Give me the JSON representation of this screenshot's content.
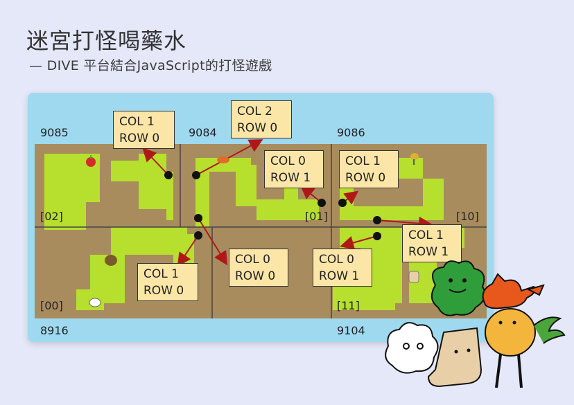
{
  "title": "迷宮打怪喝藥水",
  "subtitle": "— DIVE 平台結合JavaScript的打怪遊戲",
  "room_ids": [
    "9085",
    "9084",
    "9086",
    "8916",
    "9104"
  ],
  "grid_labels": [
    "[02]",
    "[01]",
    "[10]",
    "[00]",
    "[11]"
  ],
  "boxes": [
    {
      "line1": "COL 1",
      "line2": "ROW 0"
    },
    {
      "line1": "COL  2",
      "line2": "ROW 0"
    },
    {
      "line1": "COL 0",
      "line2": "ROW 1"
    },
    {
      "line1": "COL  1",
      "line2": "ROW 0"
    },
    {
      "line1": "COL  1",
      "line2": "ROW 1"
    },
    {
      "line1": "COL 0",
      "line2": "ROW 0"
    },
    {
      "line1": "COL 0",
      "line2": "ROW 1"
    },
    {
      "line1": "COL  1",
      "line2": "ROW 0"
    }
  ],
  "colors": {
    "panel": "#9ed9ef",
    "dirt": "#a88c5e",
    "grass": "#b6df2e",
    "label_box": "#fbe6a8",
    "arrow": "#b01818"
  }
}
